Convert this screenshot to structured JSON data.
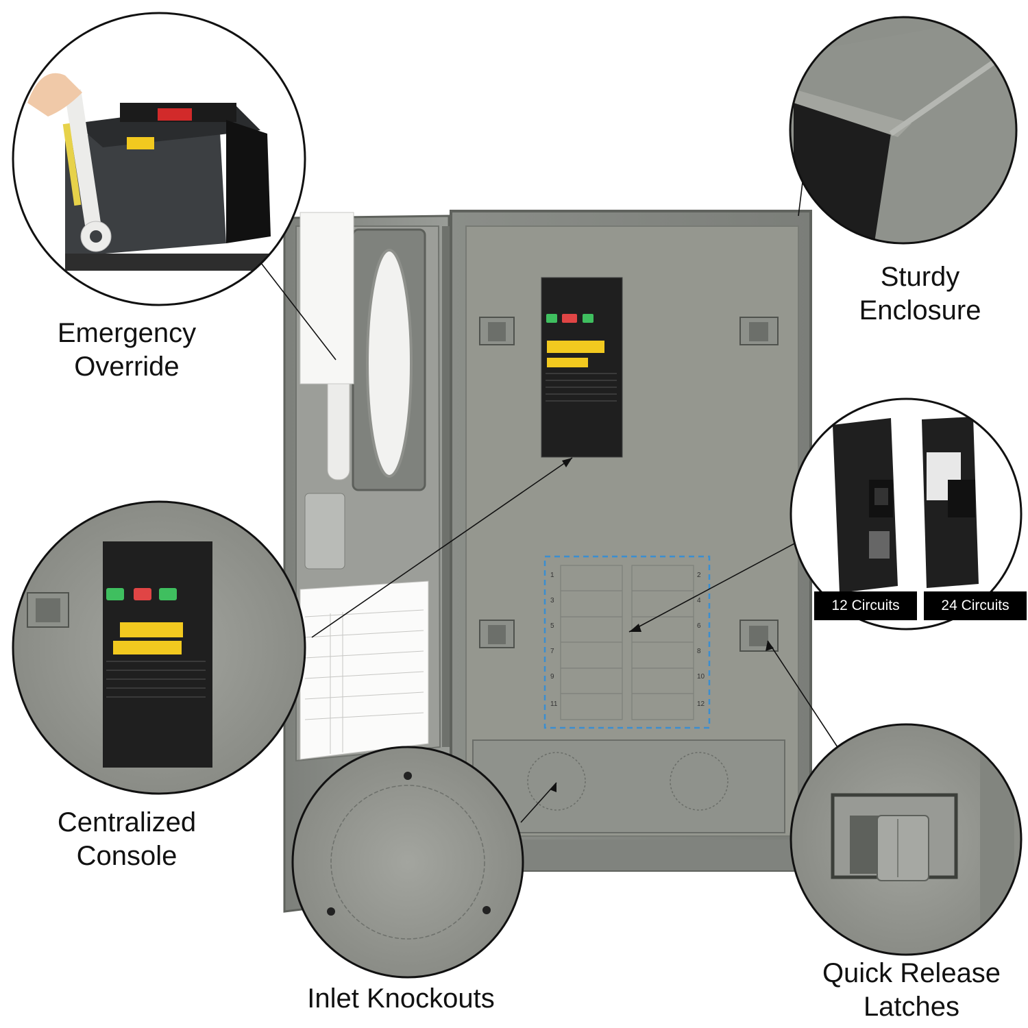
{
  "callouts": {
    "emergency_override": [
      "Emergency",
      "Override"
    ],
    "sturdy_enclosure": [
      "Sturdy",
      "Enclosure"
    ],
    "centralized_console": [
      "Centralized",
      "Console"
    ],
    "inlet_knockouts": [
      "Inlet Knockouts"
    ],
    "quick_release_latches": [
      "Quick Release",
      "Latches"
    ]
  },
  "breaker_badges": {
    "twelve": "12 Circuits",
    "twenty_four": "24 Circuits"
  },
  "circuit_numbers": {
    "left": [
      "1",
      "3",
      "5",
      "7",
      "9",
      "11"
    ],
    "right": [
      "2",
      "4",
      "6",
      "8",
      "10",
      "12"
    ]
  },
  "colors": {
    "enclosure": "#8a8d87",
    "enclosure_dark": "#6f726d",
    "interior": "#9a9c96",
    "dashed_outline": "#3b8ed0",
    "badge_bg": "#000000",
    "label_text": "#111111"
  }
}
